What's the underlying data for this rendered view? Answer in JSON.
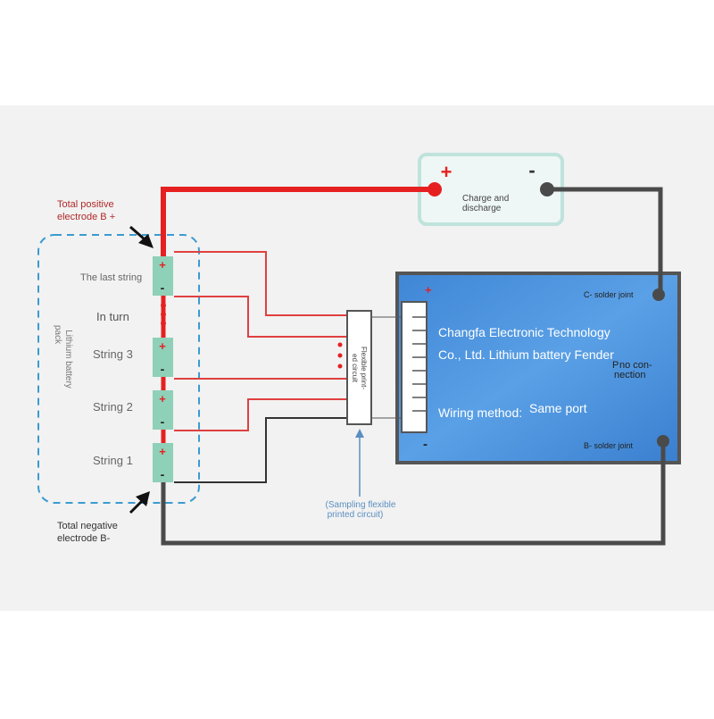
{
  "labels": {
    "total_positive_line1": "Total positive",
    "total_positive_line2": "electrode B +",
    "total_negative_line1": "Total negative",
    "total_negative_line2": "electrode B-",
    "pack_line1": "Lithium battery",
    "pack_line2": "pack",
    "last_string": "The last string",
    "in_turn": "In turn",
    "string3": "String 3",
    "string2": "String 2",
    "string1": "String 1",
    "fpc_line1": "Flexible print-",
    "fpc_line2": "ed circuit",
    "sampling_line1": "(Sampling flexible",
    "sampling_line2": "printed circuit)",
    "charge_line1": "Charge and",
    "charge_line2": "discharge",
    "plus": "+",
    "minus": "-"
  },
  "board": {
    "company_line1": "Changfa Electronic Technology",
    "company_line2": "Co., Ltd. Lithium battery Fender",
    "wiring_label": "Wiring method:",
    "wiring_value": "Same port",
    "c_joint": "C- solder joint",
    "b_joint": "B- solder joint",
    "no_conn_line1": "no con-",
    "no_conn_line2": "nection",
    "plus": "+",
    "minus": "-",
    "p_mark": "P"
  },
  "colors": {
    "red_wire": "#e62020",
    "thin_red": "#e04040",
    "dark_wire": "#4a4a4a",
    "cell": "#8fd0b8",
    "board_blue": "#4a90d9",
    "board_border": "#555555",
    "dashed_blue": "#3b9bd0",
    "charge_border": "#bfe3dc"
  }
}
